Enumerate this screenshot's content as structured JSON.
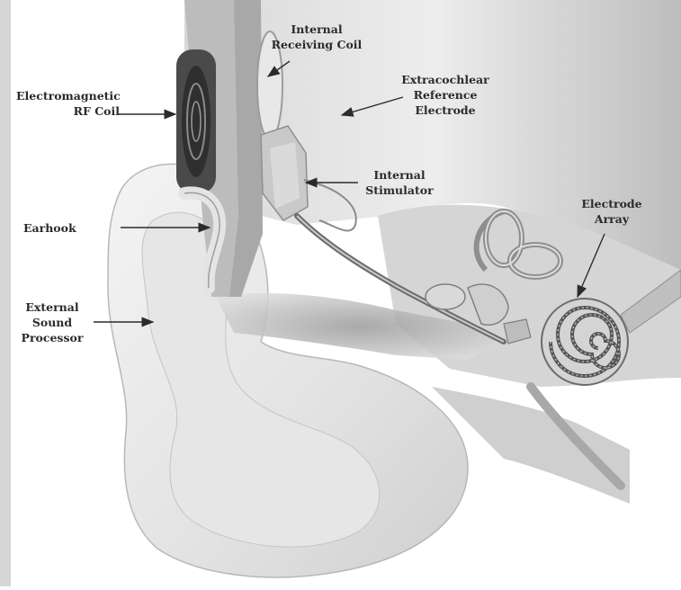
{
  "labels": {
    "internal_receiving_coil": [
      "Internal",
      "Receiving Coil"
    ],
    "electromagnetic_rf_coil": [
      "Electromagnetic",
      "RF Coil"
    ],
    "extracochlear_reference_electrode": [
      "Extracochlear",
      "Reference",
      "Electrode"
    ],
    "internal_stimulator": [
      "Internal",
      "Stimulator"
    ],
    "earhook": [
      "Earhook"
    ],
    "electrode_array": [
      "Electrode",
      "Array"
    ],
    "external_sound_processor": [
      "External",
      "Sound",
      "Processor"
    ]
  }
}
